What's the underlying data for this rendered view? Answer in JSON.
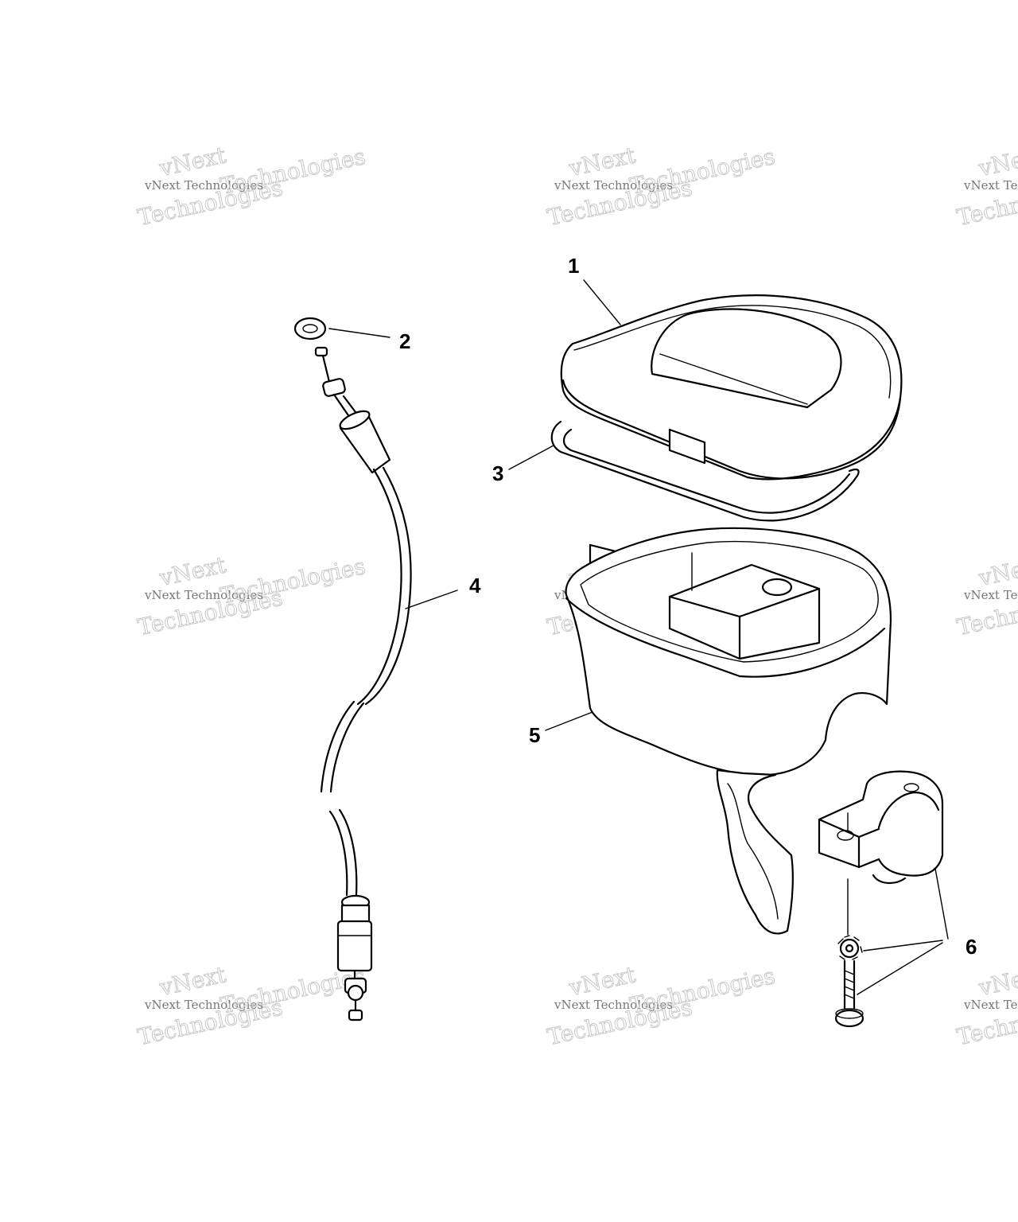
{
  "callouts": [
    {
      "id": "1",
      "label": "1"
    },
    {
      "id": "2",
      "label": "2"
    },
    {
      "id": "3",
      "label": "3"
    },
    {
      "id": "4",
      "label": "4"
    },
    {
      "id": "5",
      "label": "5"
    },
    {
      "id": "6",
      "label": "6"
    }
  ],
  "watermark": {
    "line_small": "vNext Technologies",
    "line_big_a": "vNext",
    "line_big_b": "Technologies"
  },
  "colors": {
    "ink": "#000000",
    "paper": "#ffffff",
    "watermark": "#c8c8c8"
  }
}
